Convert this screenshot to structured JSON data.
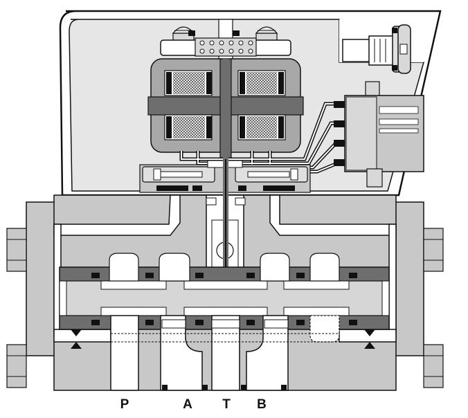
{
  "ports": {
    "p": "P",
    "a": "A",
    "t": "T",
    "b": "B"
  },
  "colors": {
    "housing_fill": "#e6e6e6",
    "body_fill": "#c8c8c8",
    "mid_gray": "#a8a8a8",
    "dark_gray": "#6e6e6e",
    "spool_fill": "#d6d6d6",
    "outline": "#111111",
    "passage_fill": "#ffffff"
  }
}
